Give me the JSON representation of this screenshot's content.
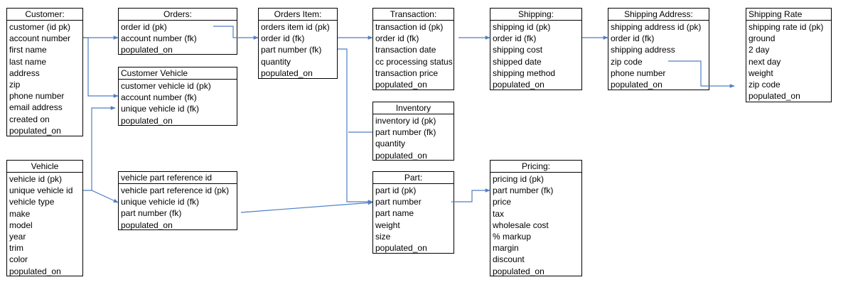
{
  "entities": {
    "customer": {
      "title": "Customer:",
      "fields": [
        "customer (id pk)",
        "account number",
        "first name",
        "last name",
        "address",
        "zip",
        "phone number",
        "email address",
        "created on",
        "populated_on"
      ]
    },
    "orders": {
      "title": "Orders:",
      "fields": [
        "order id (pk)",
        "account number (fk)",
        "populated_on"
      ]
    },
    "orders_item": {
      "title": "Orders Item:",
      "fields": [
        "orders item id (pk)",
        "order id (fk)",
        "part number (fk)",
        "quantity",
        "populated_on"
      ]
    },
    "transaction": {
      "title": "Transaction:",
      "fields": [
        "transaction id (pk)",
        "order id (fk)",
        "transaction date",
        "cc processing status",
        "transaction price",
        "populated_on"
      ]
    },
    "shipping": {
      "title": "Shipping:",
      "fields": [
        "shipping id (pk)",
        "order id (fk)",
        "shipping cost",
        "shipped date",
        "shipping method",
        "populated_on"
      ]
    },
    "shipping_address": {
      "title": "Shipping Address:",
      "fields": [
        "shipping address id (pk)",
        "order id (fk)",
        "shipping address",
        "zip code",
        "phone number",
        "populated_on"
      ]
    },
    "shipping_rate": {
      "title": "Shipping Rate",
      "fields": [
        "shipping rate id (pk)",
        "ground",
        "2 day",
        "next day",
        "weight",
        "zip code",
        "populated_on"
      ]
    },
    "customer_vehicle": {
      "title": "Customer Vehicle",
      "fields": [
        "customer vehicle id (pk)",
        "account number (fk)",
        "unique vehicle id (fk)",
        "populated_on"
      ]
    },
    "inventory": {
      "title": "Inventory",
      "fields": [
        "inventory id (pk)",
        "part number (fk)",
        "quantity",
        "populated_on"
      ]
    },
    "vehicle": {
      "title": "Vehicle",
      "fields": [
        "vehicle id (pk)",
        "unique vehicle id",
        "vehicle type",
        "make",
        "model",
        "year",
        "trim",
        "color",
        "populated_on"
      ]
    },
    "vehicle_part_reference": {
      "title": "vehicle part reference id",
      "fields": [
        "vehicle part reference id (pk)",
        "unique vehicle id (fk)",
        "part number (fk)",
        "populated_on"
      ]
    },
    "part": {
      "title": "Part:",
      "fields": [
        "part id (pk)",
        "part number",
        "part name",
        "weight",
        "size",
        "populated_on"
      ]
    },
    "pricing": {
      "title": "Pricing:",
      "fields": [
        "pricing id (pk)",
        "part number (fk)",
        "price",
        "tax",
        "wholesale cost",
        "% markup",
        "margin",
        "discount",
        "populated_on"
      ]
    }
  },
  "colors": {
    "line": "#4f7ec4",
    "border": "#000000"
  }
}
